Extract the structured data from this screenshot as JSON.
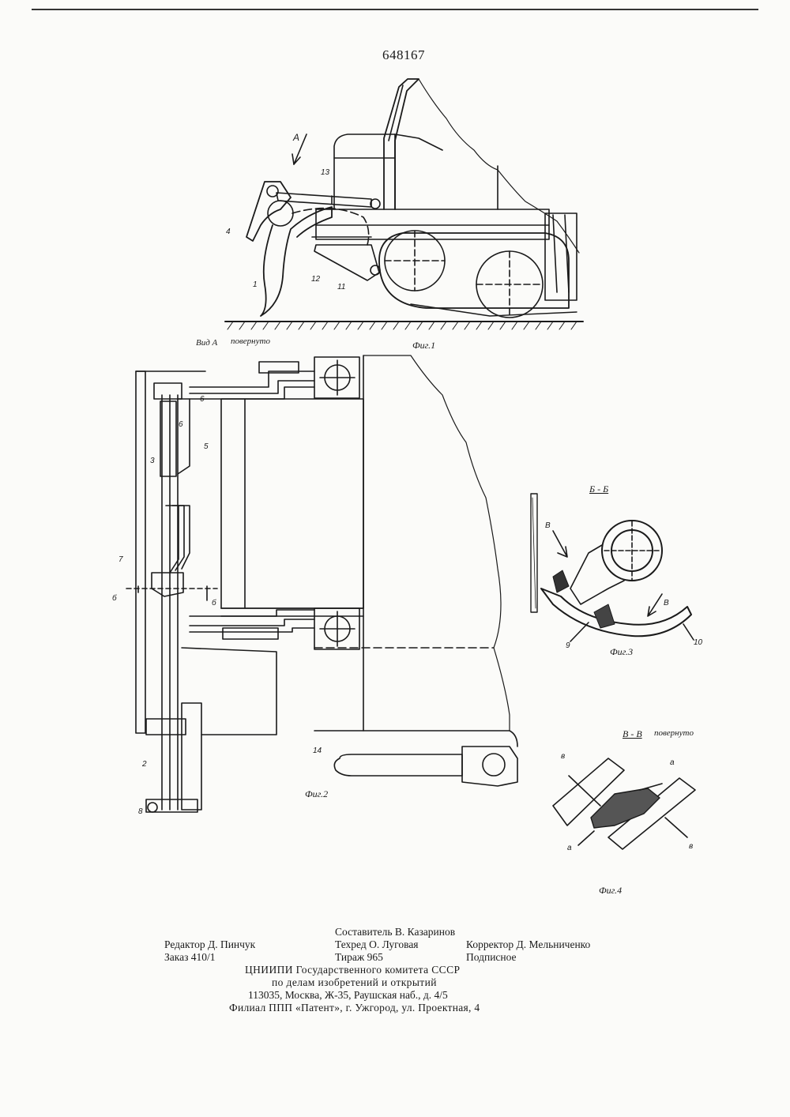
{
  "patent_number": "648167",
  "view_labels": {
    "view_a": "Вид А",
    "view_a_rotated": "повернуто",
    "arrow_a": "A",
    "section_bb": "Б - Б",
    "section_vv": "В - В",
    "section_vv_rotated": "повернуто",
    "cut_b": "б",
    "cut_v": "В"
  },
  "figure_captions": {
    "fig1": "Фиг.1",
    "fig2": "Фиг.2",
    "fig3": "Фиг.3",
    "fig4": "Фиг.4"
  },
  "part_numbers": {
    "fig1": [
      "1",
      "4",
      "11",
      "12",
      "13"
    ],
    "fig2": [
      "2",
      "3",
      "5",
      "6",
      "6",
      "7",
      "8",
      "14"
    ],
    "fig3": [
      "9",
      "10"
    ],
    "fig4": [
      "в",
      "а",
      "а",
      "в"
    ]
  },
  "footer": {
    "compiler": "Составитель В. Казаринов",
    "editor": "Редактор Д. Пинчук",
    "techred": "Техред О. Луговая",
    "corrector": "Корректор Д. Мельниченко",
    "order": "Заказ 410/1",
    "circulation": "Тираж 965",
    "subscription": "Подписное",
    "org_line1": "ЦНИИПИ Государственного комитета СССР",
    "org_line2": "по делам изобретений и открытий",
    "org_address": "113035, Москва, Ж-35, Раушская наб., д. 4/5",
    "branch": "Филиал ППП «Патент», г. Ужгород, ул. Проектная, 4"
  }
}
